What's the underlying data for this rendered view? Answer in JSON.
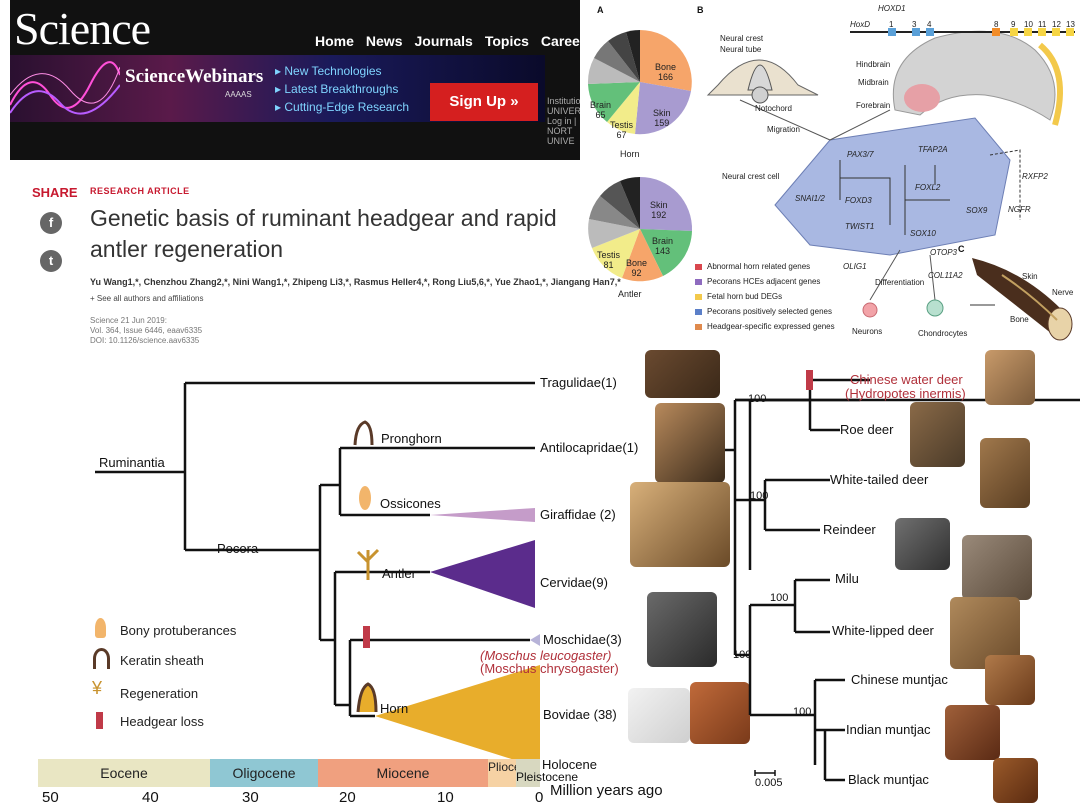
{
  "header": {
    "logo": "Science",
    "nav": [
      "Home",
      "News",
      "Journals",
      "Topics",
      "Careers"
    ],
    "banner_title": "ScienceWebinars",
    "banner_aaas": "AAAAS",
    "banner_items": [
      "▸ New Technologies",
      "▸ Latest Breakthroughs",
      "▸ Cutting-Edge Research"
    ],
    "signup": "Sign Up »",
    "institution": [
      "Institutio",
      "UNIVER",
      "Log in |",
      "NORT",
      "UNIVE"
    ]
  },
  "article": {
    "share": "SHARE",
    "facebook_glyph": "f",
    "twitter_glyph": "t",
    "type": "RESEARCH ARTICLE",
    "title": "Genetic basis of ruminant headgear and rapid antler regeneration",
    "authors": "Yu Wang1,*, Chenzhou Zhang2,*, Nini Wang1,*, Zhipeng Li3,*, Rasmus Heller4,*, Rong Liu5,6,*, Yue Zhao1,*, Jiangang Han7,*",
    "affil": "+ See all authors and affiliations",
    "cite_journal": "Science  21 Jun 2019:",
    "cite_vol": "Vol. 364, Issue 6446, eaav6335",
    "cite_doi": "DOI: 10.1126/science.aav6335"
  },
  "panel_a": {
    "tag": "A",
    "horn": {
      "caption": "Horn",
      "slices": [
        {
          "label": "Bone",
          "value": 166
        },
        {
          "label": "Skin",
          "value": 159
        },
        {
          "label": "Testis",
          "value": 67
        },
        {
          "label": "Brain",
          "value": 65
        }
      ]
    },
    "antler": {
      "caption": "Antler",
      "slices": [
        {
          "label": "Skin",
          "value": 192
        },
        {
          "label": "Brain",
          "value": 143
        },
        {
          "label": "Bone",
          "value": 92
        },
        {
          "label": "Testis",
          "value": 81
        }
      ]
    }
  },
  "panel_b": {
    "tag": "B",
    "labels": {
      "neural_crest": "Neural crest",
      "neural_tube": "Neural tube",
      "notochord": "Notochord",
      "migration": "Migration",
      "neural_crest_cell": "Neural crest cell",
      "hindbrain": "Hindbrain",
      "midbrain": "Midbrain",
      "forebrain": "Forebrain",
      "differentiation": "Differentiation",
      "neurons": "Neurons",
      "chondrocytes": "Chondrocytes"
    },
    "genes": {
      "hoxd1": "HOXD1",
      "hoxd": "HoxD",
      "pax37": "PAX3/7",
      "tfap2a": "TFAP2A",
      "snai12": "SNAI1/2",
      "foxd3": "FOXD3",
      "foxl2": "FOXL2",
      "sox9": "SOX9",
      "twist1": "TWIST1",
      "sox10": "SOX10",
      "rxfp2": "RXFP2",
      "ngfr": "NGFR",
      "olig1": "OLIG1",
      "otop3": "OTOP3",
      "col11a2": "COL11A2"
    },
    "hox_numbers": [
      "1",
      "3",
      "4",
      "8",
      "9",
      "10",
      "11",
      "12",
      "13"
    ],
    "legend": [
      "Abnormal horn related genes",
      "Pecorans HCEs adjacent genes",
      "Fetal horn bud DEGs",
      "Pecorans positively selected genes",
      "Headgear-specific expressed genes"
    ],
    "legend_colors": [
      "#d9474e",
      "#8e6bbf",
      "#f3c94b",
      "#5b7fc8",
      "#e08a4d"
    ]
  },
  "panel_c": {
    "tag": "C",
    "skin": "Skin",
    "nerve": "Nerve",
    "bone": "Bone"
  },
  "tree": {
    "left_taxa": [
      "Tragulidae",
      "Antilocapridae",
      "Giraffidae",
      "Cervidae",
      "Moschidae",
      "Bovidae"
    ],
    "left_counts": [
      "(1)",
      "(1)",
      "(2)",
      "(9)",
      "(3)",
      "(38)"
    ],
    "moschus_species": [
      "(Moschus leucogaster)",
      "(Moschus chrysogaster)"
    ],
    "nodes": {
      "ruminantia": "Ruminantia",
      "pecora": "Pecora",
      "pronghorn": "Pronghorn",
      "ossicones": "Ossicones",
      "antler": "Antler",
      "horn": "Horn"
    },
    "legend": [
      "Bony protuberances",
      "Keratin sheath",
      "Regeneration",
      "Headgear loss"
    ],
    "colors": {
      "giraffidae": "#c59cc9",
      "cervidae": "#5b2c8c",
      "moschidae": "#b7b3d8",
      "bovidae": "#e8ad2b",
      "loss": "#c03a48",
      "bony": "#f2b56b",
      "keratin": "#5a3a28",
      "antler": "#c8932f"
    },
    "right_taxa": [
      "Chinese water deer",
      "Roe deer",
      "White-tailed deer",
      "Reindeer",
      "Milu",
      "White-lipped deer",
      "Chinese muntjac",
      "Indian muntjac",
      "Black muntjac"
    ],
    "hydropotes": "(Hydropotes inermis)",
    "bootstrap": "100",
    "scale": "0.005"
  },
  "timescale": {
    "eras": [
      "Eocene",
      "Oligocene",
      "Miocene",
      "Pliocene",
      "Pleistocene",
      "Holocene"
    ],
    "era_colors": [
      "#e9e6c3",
      "#8fc7d3",
      "#f0a07f",
      "#f6d2a4",
      "#d8d8c0"
    ],
    "ticks": [
      "50",
      "40",
      "30",
      "20",
      "10",
      "0"
    ],
    "unit": "Million years ago"
  }
}
